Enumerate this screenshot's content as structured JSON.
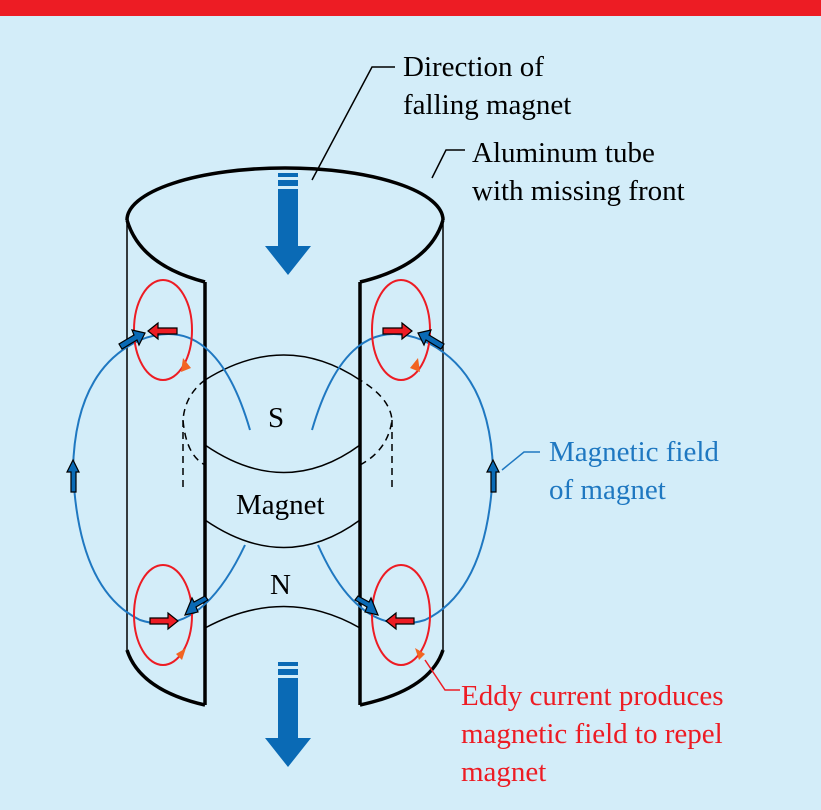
{
  "labels": {
    "direction": [
      "Direction of",
      "falling magnet"
    ],
    "tube": [
      "Aluminum tube",
      "with missing front"
    ],
    "field": [
      "Magnetic field",
      "of magnet"
    ],
    "eddy": [
      "Eddy current produces",
      "magnetic field to repel",
      "magnet"
    ],
    "south": "S",
    "magnet": "Magnet",
    "north": "N"
  },
  "colors": {
    "top_bar": "#ed1c24",
    "background": "#d3edf9",
    "field": "#1f78c1",
    "eddy": "#ed1c24",
    "arrow": "#0a6ab5"
  }
}
